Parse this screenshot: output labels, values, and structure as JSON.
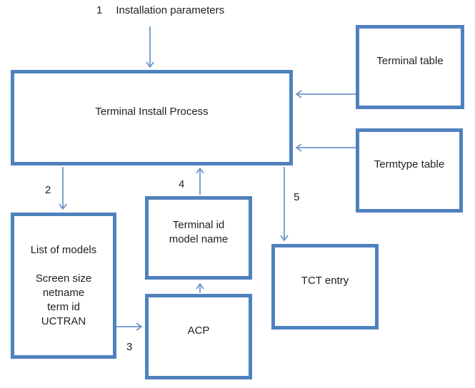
{
  "diagram": {
    "top_annotation": {
      "number": "1",
      "label": "Installation parameters"
    },
    "nodes": {
      "process": {
        "label": "Terminal Install Process"
      },
      "terminal_table": {
        "label": "Terminal table"
      },
      "termtype_table": {
        "label": "Termtype table"
      },
      "list_of_models": {
        "title": "List of models",
        "details": [
          "Screen size",
          "netname",
          "term id",
          "UCTRAN"
        ]
      },
      "terminal_id": {
        "lines": [
          "Terminal id",
          "model name"
        ]
      },
      "acp": {
        "label": "ACP"
      },
      "tct_entry": {
        "label": "TCT entry"
      }
    },
    "edges": [
      {
        "label": "1",
        "from": "Installation parameters",
        "to": "Terminal Install Process"
      },
      {
        "label": "2",
        "from": "Terminal Install Process",
        "to": "List of models"
      },
      {
        "label": "3",
        "from": "List of models",
        "to": "ACP"
      },
      {
        "label": "4",
        "from": "Terminal id model name",
        "to": "Terminal Install Process"
      },
      {
        "label": "5",
        "from": "Terminal Install Process",
        "to": "TCT entry"
      },
      {
        "label": "",
        "from": "Terminal table",
        "to": "Terminal Install Process"
      },
      {
        "label": "",
        "from": "Termtype table",
        "to": "Terminal Install Process"
      },
      {
        "label": "",
        "from": "ACP",
        "to": "Terminal id model name"
      }
    ],
    "colors": {
      "box_border": "#4f81bd",
      "arrow": "#6e96c8",
      "text": "#1f1f1f",
      "background": "#ffffff"
    }
  }
}
